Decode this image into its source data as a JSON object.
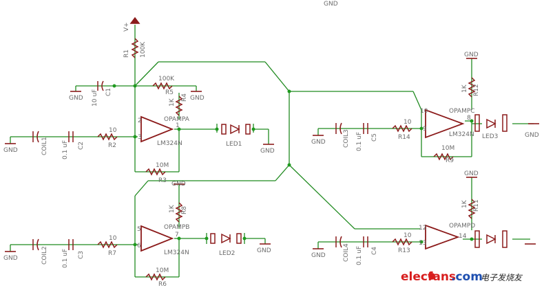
{
  "colors": {
    "wire": "#1f8a1f",
    "part": "#8b1a1a",
    "node": "#1f9a1f",
    "text": "#6b6b6b",
    "watermark_red": "#d81e1e",
    "watermark_blue": "#1e4fb0"
  },
  "labels": {
    "gnd": "GND",
    "vplus": "V+",
    "r1": "R1",
    "r1_val": "100K",
    "c1": "C1",
    "c1_val": "10 uF",
    "r5_val": "100K",
    "r5": "R5",
    "r4_val": "1K",
    "r4": "R4",
    "opa": "OPAMPA",
    "lm_a": "LM324N",
    "pin_a2": "2",
    "pin_a3": "3",
    "pin_a1": "1",
    "r2_val": "10",
    "r2": "R2",
    "c2_val": "0.1 uF",
    "c2": "C2",
    "coil1": "COIL1",
    "led1": "LED1",
    "r3_val": "10M",
    "r3": "R3",
    "r8_val": "1K",
    "r8": "R8",
    "opb": "OPAMPB",
    "lm_b": "LM324N",
    "pin_b5": "5",
    "pin_b6": "6",
    "pin_b7": "7",
    "r7_val": "10",
    "r7": "R7",
    "c3_val": "0.1 uF",
    "c3": "C3",
    "coil2": "COIL2",
    "led2": "LED2",
    "r6_val": "10M",
    "r6": "R6",
    "r12_val": "1K",
    "r12": "R12",
    "opc": "OPAMPC",
    "lm_c": "LM324N",
    "pin_c10": "10",
    "pin_c9": "9",
    "pin_c8": "8",
    "r14_val": "10",
    "r14": "R14",
    "c5_val": "0.1 uF",
    "c5": "C5",
    "coil3": "COIL3",
    "led3": "LED3",
    "r9_val": "10M",
    "r9": "R9",
    "r11_val": "1K",
    "r11": "R11",
    "opd": "OPAMPD",
    "pin_d12": "12",
    "pin_d13": "13",
    "pin_d14": "14",
    "r13_val": "10",
    "r13": "R13",
    "c4_val": "0.1 uF",
    "c4": "C4",
    "coil4": "COIL4"
  },
  "watermark": {
    "brand": "elecfans",
    "dotcom": ".com",
    "cn": "电子发烧友"
  }
}
